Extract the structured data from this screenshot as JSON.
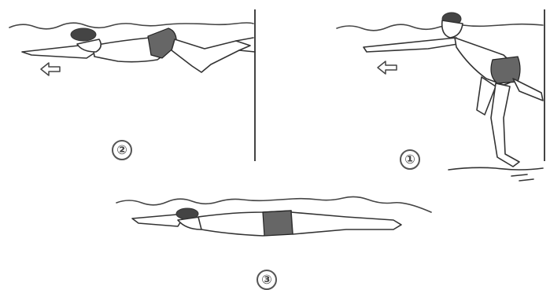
{
  "panels": [
    {
      "id": "panel-2",
      "step": "②"
    },
    {
      "id": "panel-1",
      "step": "①"
    },
    {
      "id": "panel-3",
      "step": "③"
    }
  ]
}
